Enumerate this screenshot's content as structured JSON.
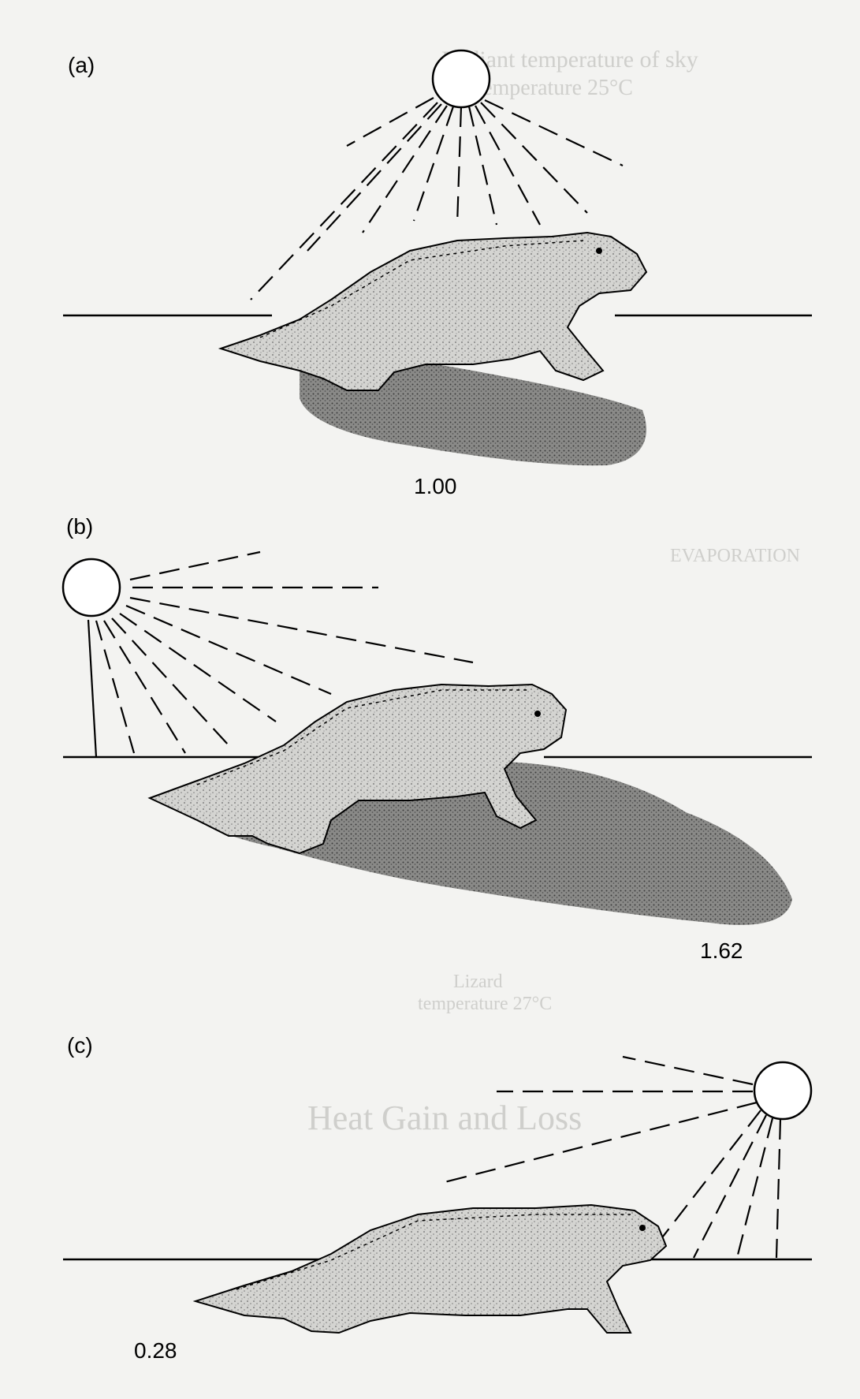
{
  "panels": [
    {
      "label": "(a)",
      "value": "1.00"
    },
    {
      "label": "(b)",
      "value": "1.62"
    },
    {
      "label": "(c)",
      "value": "0.28"
    }
  ],
  "bleed_through": {
    "lines": [
      "Radiant temperature of sky",
      "Air temperature 25°C",
      "EVAPORATION",
      "Lizard",
      "temperature 27°C",
      "Heat Gain and Loss"
    ]
  },
  "colors": {
    "ink": "#000000",
    "paper": "#f3f3f1",
    "shadow": "#6d6d6d",
    "lizard_fill": "#c9c9c6",
    "bleed": "#cfcfcc"
  },
  "icons": [
    "sun-icon",
    "lizard-illustration",
    "shadow-shape"
  ]
}
